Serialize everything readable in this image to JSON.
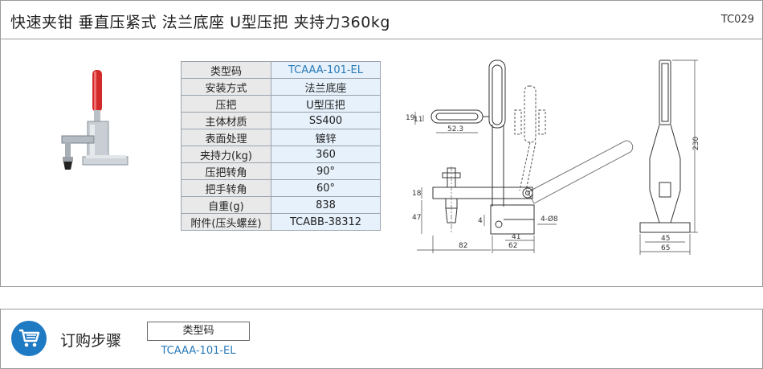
{
  "header": {
    "title": "快速夹钳   垂直压紧式   法兰底座   U型压把   夹持力360kg",
    "code": "TC029"
  },
  "spec_table": [
    {
      "key": "类型码",
      "value": "TCAAA-101-EL"
    },
    {
      "key": "安装方式",
      "value": "法兰底座"
    },
    {
      "key": "压把",
      "value": "U型压把"
    },
    {
      "key": "主体材质",
      "value": "SS400"
    },
    {
      "key": "表面处理",
      "value": "镀锌"
    },
    {
      "key": "夹持力(kg)",
      "value": "360"
    },
    {
      "key": "压把转角",
      "value": "90°"
    },
    {
      "key": "把手转角",
      "value": "60°"
    },
    {
      "key": "自重(g)",
      "value": "838"
    },
    {
      "key": "附件(压头螺丝)",
      "value": "TCABB-38312"
    }
  ],
  "dimensions": {
    "d19": "19",
    "d11": "11",
    "d52_3": "52.3",
    "d18": "18",
    "d47": "47",
    "d4": "4",
    "d4_phi8": "4-Ø8",
    "d41": "41",
    "d62": "62",
    "d82": "82",
    "d230": "230",
    "d45": "45",
    "d65": "65"
  },
  "order": {
    "title": "订购步骤",
    "box_label": "类型码",
    "value": "TCAAA-101-EL"
  },
  "colors": {
    "accent": "#1f7ac4",
    "link_text": "#2a7ab8",
    "handle_red": "#d22a2a",
    "table_key_bg": "#e9e9e9",
    "table_value_bg": "#e6f1fb"
  }
}
